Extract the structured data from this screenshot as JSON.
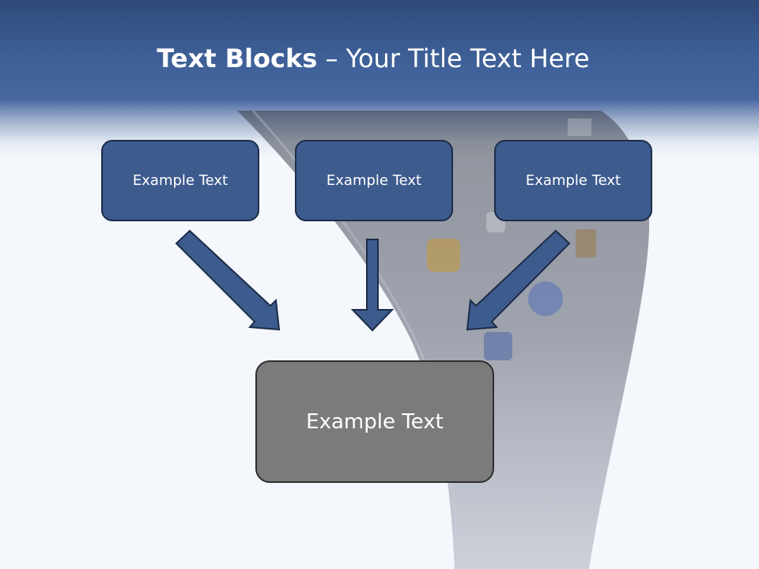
{
  "title": {
    "bold": "Text Blocks",
    "separator": " – ",
    "rest": "Your Title Text Here"
  },
  "boxes": [
    {
      "label": "Example Text"
    },
    {
      "label": "Example Text"
    },
    {
      "label": "Example Text"
    }
  ],
  "result_box": {
    "label": "Example Text"
  },
  "colors": {
    "header": "#3d5f96",
    "box_fill": "#3e5b8e",
    "box_border": "#1c2c48",
    "result_fill": "#7b7b7b",
    "arrow_fill": "#3e5b8e",
    "background": "#f4f7fc"
  }
}
